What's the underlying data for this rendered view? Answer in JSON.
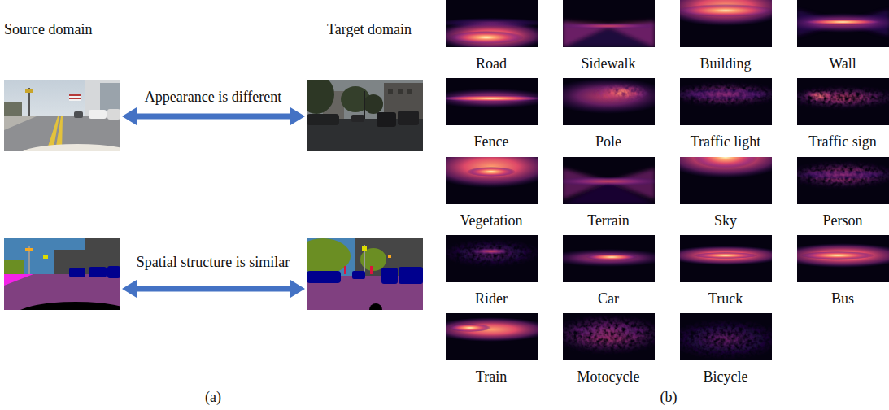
{
  "diagram": {
    "labels": [
      "Source domain",
      "Target domain",
      "Appearance is different",
      "Spatial structure is similar",
      "(a)",
      "Road",
      "Sidewalk",
      "Building",
      "Wall",
      "Fence",
      "Pole",
      "Traffic light",
      "Traffic sign",
      "Vegetation",
      "Terrain",
      "Sky",
      "Person",
      "Rider",
      "Car",
      "Truck",
      "Bus",
      "Train",
      "Motocycle",
      "Bicycle",
      "(b)"
    ]
  }
}
